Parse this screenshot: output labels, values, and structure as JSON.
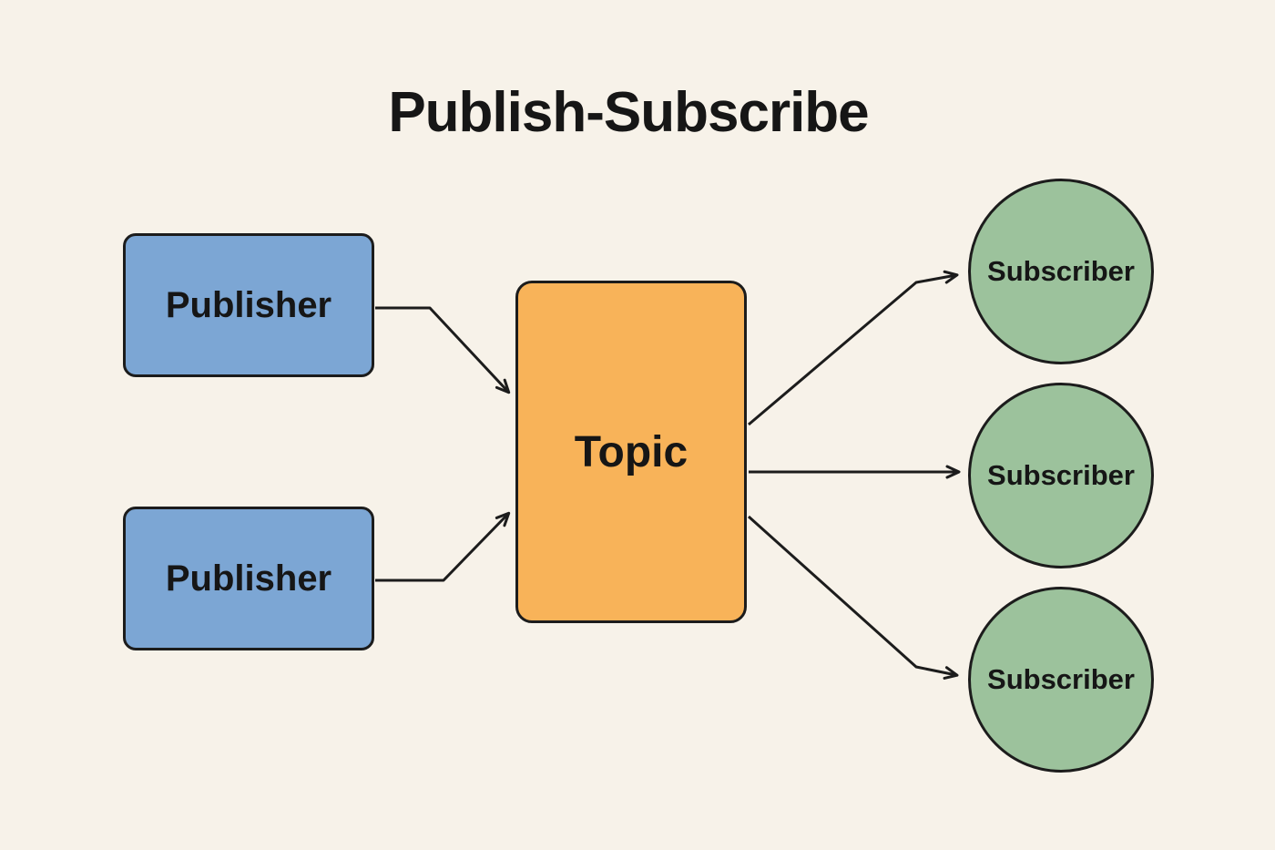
{
  "title": "Publish-Subscribe",
  "diagram": {
    "publishers": [
      {
        "label": "Publisher"
      },
      {
        "label": "Publisher"
      }
    ],
    "topic": {
      "label": "Topic"
    },
    "subscribers": [
      {
        "label": "Subscriber"
      },
      {
        "label": "Subscriber"
      },
      {
        "label": "Subscriber"
      }
    ],
    "edges": [
      {
        "from": "publisher-1",
        "to": "topic"
      },
      {
        "from": "publisher-2",
        "to": "topic"
      },
      {
        "from": "topic",
        "to": "subscriber-1"
      },
      {
        "from": "topic",
        "to": "subscriber-2"
      },
      {
        "from": "topic",
        "to": "subscriber-3"
      }
    ]
  },
  "colors": {
    "background": "#F7F2E9",
    "publisher_fill": "#7CA6D4",
    "topic_fill": "#F8B359",
    "subscriber_fill": "#9CC29C",
    "stroke": "#1C1C1C",
    "text": "#161616"
  }
}
